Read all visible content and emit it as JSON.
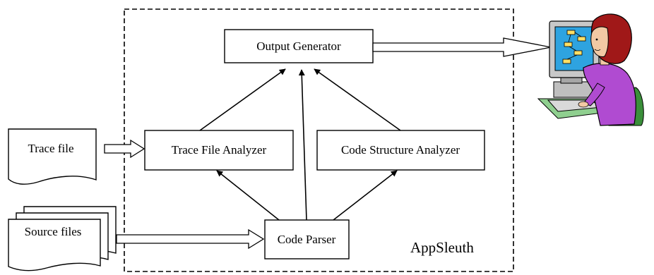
{
  "diagram": {
    "boundary_label": "AppSleuth",
    "nodes": {
      "output_generator": "Output Generator",
      "trace_file_analyzer": "Trace File Analyzer",
      "code_structure_analyzer": "Code Structure Analyzer",
      "code_parser": "Code Parser"
    },
    "inputs": {
      "trace_file": "Trace file",
      "source_files": "Source files"
    },
    "user_icon": "user-at-computer-clipart"
  }
}
